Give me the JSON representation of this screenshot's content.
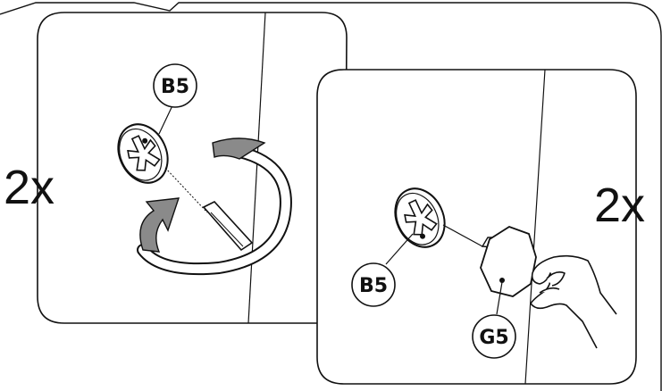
{
  "panels": [
    {
      "count_label": "2x",
      "part_label": "B5",
      "action": "screw-in-rotate"
    },
    {
      "count_label": "2x",
      "part_labels": [
        "B5",
        "G5"
      ],
      "action": "press-cap-by-hand"
    }
  ],
  "colors": {
    "line": "#111111",
    "arrow_fill": "#8a8a8a",
    "background": "#ffffff"
  }
}
